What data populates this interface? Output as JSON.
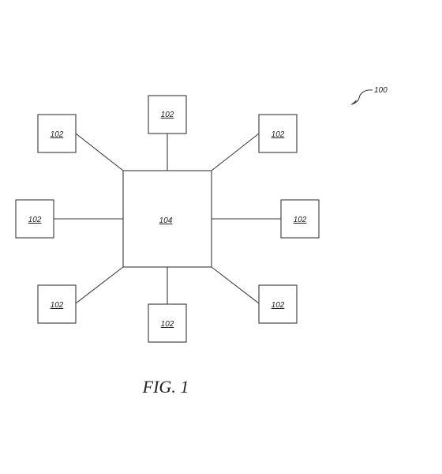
{
  "diagram": {
    "hub": {
      "label": "104"
    },
    "nodes": [
      {
        "id": "top",
        "label": "102"
      },
      {
        "id": "top-right",
        "label": "102"
      },
      {
        "id": "right",
        "label": "102"
      },
      {
        "id": "bottom-right",
        "label": "102"
      },
      {
        "id": "bottom",
        "label": "102"
      },
      {
        "id": "bottom-left",
        "label": "102"
      },
      {
        "id": "left",
        "label": "102"
      },
      {
        "id": "top-left",
        "label": "102"
      }
    ],
    "reference": {
      "label": "100"
    },
    "caption": "FIG. 1"
  }
}
